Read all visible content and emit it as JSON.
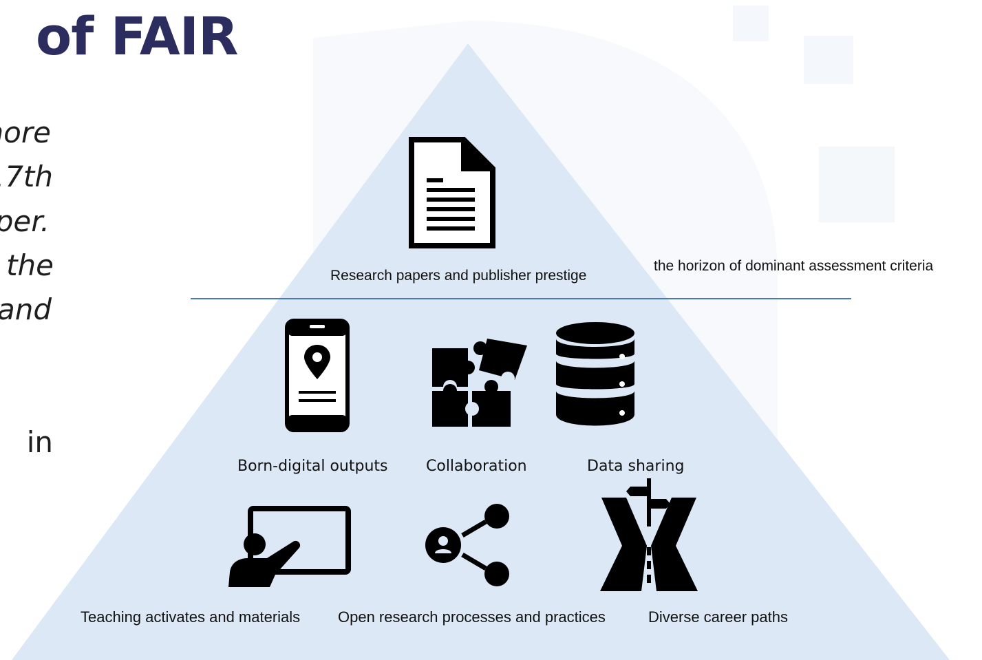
{
  "title": "of FAIR",
  "left_text_fragments": [
    "nore",
    "17th",
    "per.",
    "the",
    "and",
    "in"
  ],
  "top_tier": {
    "label": "Research papers and publisher prestige",
    "icon": "document-icon"
  },
  "horizon_label": "the horizon of dominant assessment criteria",
  "middle_tier": [
    {
      "label": "Born-digital outputs",
      "icon": "smartphone-location-icon"
    },
    {
      "label": "Collaboration",
      "icon": "puzzle-icon"
    },
    {
      "label": "Data sharing",
      "icon": "database-icon"
    }
  ],
  "bottom_tier": [
    {
      "label": "Teaching activates and materials",
      "icon": "teaching-icon"
    },
    {
      "label": "Open research processes and practices",
      "icon": "share-icon"
    },
    {
      "label": "Diverse career paths",
      "icon": "road-signpost-icon"
    }
  ],
  "colors": {
    "title": "#2c2c5e",
    "pyramid": "#dce8f5",
    "horizon_line": "#4a79b8",
    "icon": "#000000"
  }
}
